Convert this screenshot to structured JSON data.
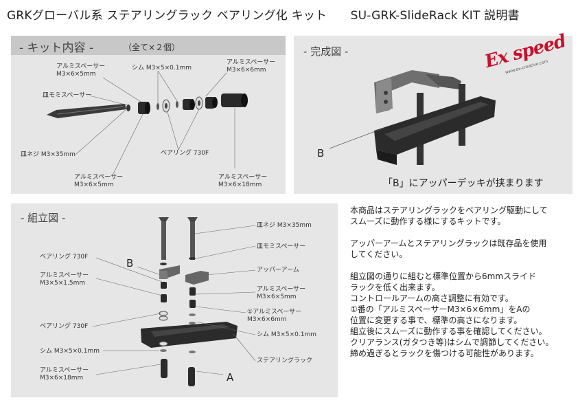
{
  "header": {
    "title": "GRKグローバル系 ステアリングラック ベアリング化 キット　　SU-GRK-SlideRack KIT 説明書"
  },
  "kit_panel": {
    "heading": "- キット内容 -",
    "quantity": "（全て×２個）",
    "labels": {
      "alu_spacer_a": "アルミスペーサー\nM3×6×5mm",
      "shim": "シム M3×5×0.1mm",
      "alu_spacer_b": "アルミスペーサー\nM3×6×6mm",
      "countersunk_spacer": "皿モミスペーサー",
      "screw": "皿ネジ M3×35mm",
      "bearing": "ベアリング 730F",
      "alu_spacer_c": "アルミスペーサー\nM3×6×5mm",
      "alu_spacer_d": "アルミスペーサー\nM3×6×18mm"
    }
  },
  "complete_panel": {
    "heading": "- 完成図 -",
    "logo": "Ex speed",
    "logo_url": "www.ex-creative.com",
    "label_b": "B",
    "caption": "「B」にアッパーデッキが挟まります"
  },
  "assembly_panel": {
    "heading": "- 組立図 -",
    "label_b": "B",
    "label_a": "A",
    "left_labels": {
      "bearing_1": "ベアリング 730F",
      "alu_spacer_15": "アルミスペーサー\nM3×5×1.5mm",
      "bearing_2": "ベアリング 730F",
      "shim": "シム M3×5×0.1mm",
      "alu_spacer_18": "アルミスペーサー\nM3×6×18mm"
    },
    "right_labels": {
      "screw": "皿ネジ M3×35mm",
      "countersunk_spacer": "皿モミスペーサー",
      "upper_arm": "アッパーアーム",
      "alu_spacer_5": "アルミスペーサー\nM3×6×5mm",
      "alu_spacer_6": "①アルミスペーサー\nM3×6×6mm",
      "shim": "シム M3×5×0.1mm",
      "rack": "ステアリングラック"
    }
  },
  "description": {
    "para1": [
      "本商品はステアリングラックをベアリング駆動にして",
      "スムーズに動作する様にするキットです。"
    ],
    "para2": [
      "アッパーアームとステアリングラックは既存品を使用",
      "してください。"
    ],
    "para3": [
      "組立図の通りに組むと標準位置から6mmスライド",
      "ラックを低く出来ます。",
      "コントロールアームの高さ調整に有効です。",
      "①番の「アルミスペーサーM3×6×6mm」をAの",
      "位置に変更する事で、標準の高さになります。",
      "組立後にスムーズに動作する事を確認してください。",
      "クリアランス(ガタつき等)はシムで調節してください。",
      "締め過ぎるとラックを傷つける可能性があります。"
    ]
  },
  "colors": {
    "panel_bg": "#e6e6e6",
    "part_dark": "#2a2a2a",
    "logo_red": "#c8102e"
  }
}
